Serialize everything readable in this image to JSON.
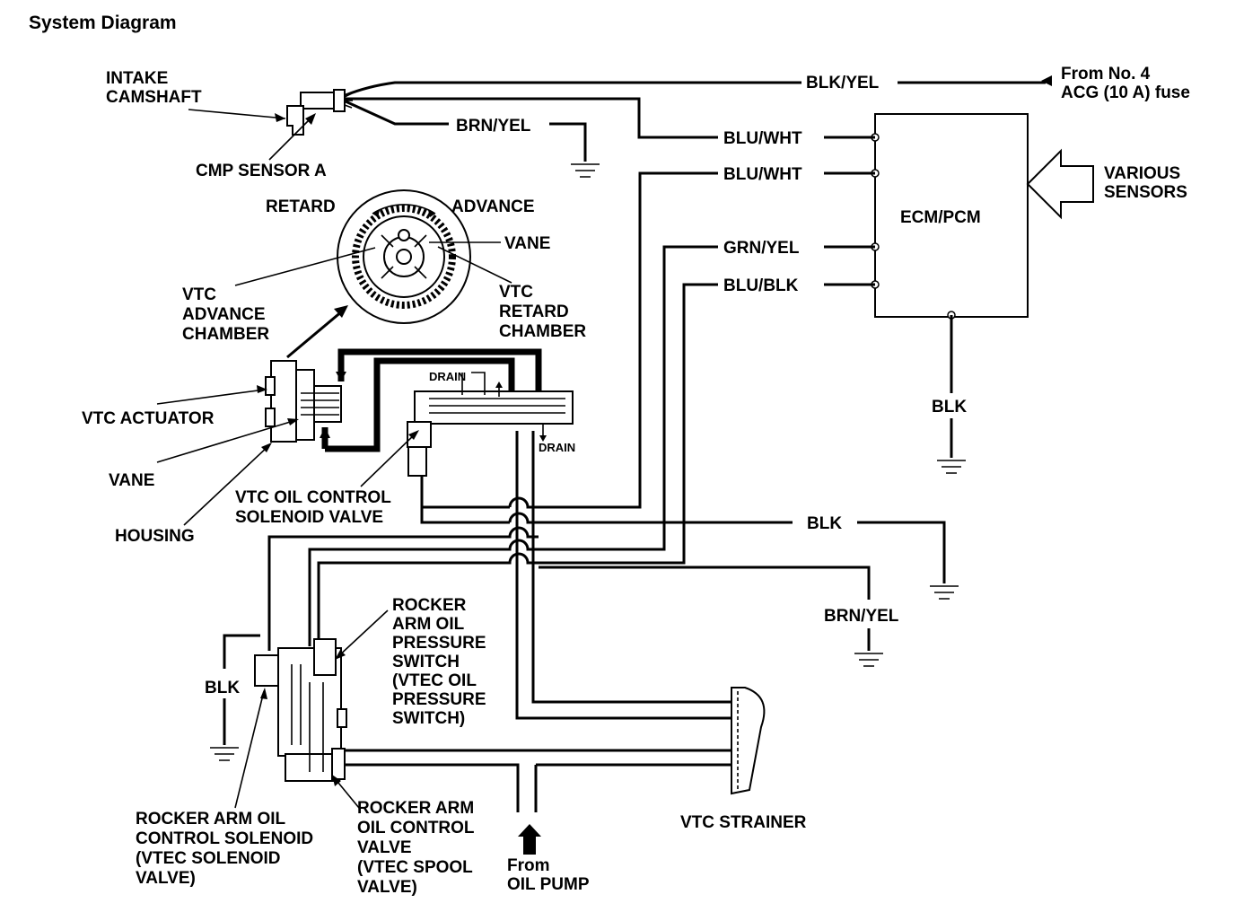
{
  "title": "System Diagram",
  "labels": {
    "intake_camshaft": [
      "INTAKE",
      "CAMSHAFT"
    ],
    "cmp_sensor": "CMP SENSOR A",
    "retard": "RETARD",
    "advance": "ADVANCE",
    "vane_top": "VANE",
    "vtc_advance_chamber": [
      "VTC",
      "ADVANCE",
      "CHAMBER"
    ],
    "vtc_retard_chamber": [
      "VTC",
      "RETARD",
      "CHAMBER"
    ],
    "vtc_actuator": "VTC ACTUATOR",
    "vane_left": "VANE",
    "housing": "HOUSING",
    "vtc_oil_control": [
      "VTC OIL CONTROL",
      "SOLENOID VALVE"
    ],
    "drain_top": "DRAIN",
    "drain_right": "DRAIN",
    "from_fuse": [
      "From No. 4",
      "ACG (10 A) fuse"
    ],
    "various_sensors": [
      "VARIOUS",
      "SENSORS"
    ],
    "ecm": "ECM/PCM",
    "rocker_arm_switch": [
      "ROCKER",
      "ARM OIL",
      "PRESSURE",
      "SWITCH",
      "(VTEC OIL",
      " PRESSURE",
      "SWITCH)"
    ],
    "rocker_arm_solenoid": [
      "ROCKER ARM OIL",
      "CONTROL SOLENOID",
      "(VTEC SOLENOID",
      "VALVE)"
    ],
    "rocker_arm_valve": [
      "ROCKER ARM",
      "OIL CONTROL",
      "VALVE",
      "(VTEC SPOOL",
      "VALVE)"
    ],
    "from_oil_pump": [
      "From",
      "OIL PUMP"
    ],
    "vtc_strainer": "VTC STRAINER"
  },
  "wires": {
    "blk_yel": "BLK/YEL",
    "brn_yel_top": "BRN/YEL",
    "blu_wht_1": "BLU/WHT",
    "blu_wht_2": "BLU/WHT",
    "grn_yel": "GRN/YEL",
    "blu_blk": "BLU/BLK",
    "blk_ecm": "BLK",
    "blk_mid": "BLK",
    "brn_yel_mid": "BRN/YEL",
    "blk_left": "BLK"
  }
}
